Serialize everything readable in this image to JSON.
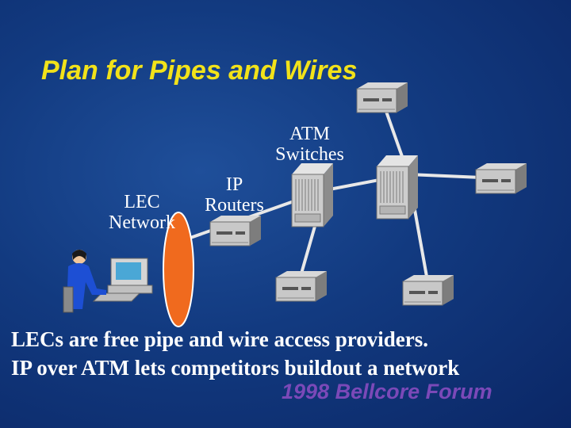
{
  "slide": {
    "title": "Plan for Pipes and Wires",
    "labels": {
      "atm": [
        "ATM",
        "Switches"
      ],
      "ip": [
        "IP",
        "Routers"
      ],
      "lec": [
        "LEC",
        "Network"
      ]
    },
    "bullets": [
      "LECs are free pipe and wire access providers.",
      "IP over ATM lets competitors buildout a network"
    ],
    "footer": "1998 Bellcore Forum"
  },
  "colors": {
    "title": "#f2e21a",
    "lec_ellipse": "#f06a1e",
    "footer": "#7b49b8",
    "link": "#e8e8e8"
  },
  "icons": [
    "server-icon",
    "atm-switch-icon",
    "user-workstation-icon"
  ]
}
